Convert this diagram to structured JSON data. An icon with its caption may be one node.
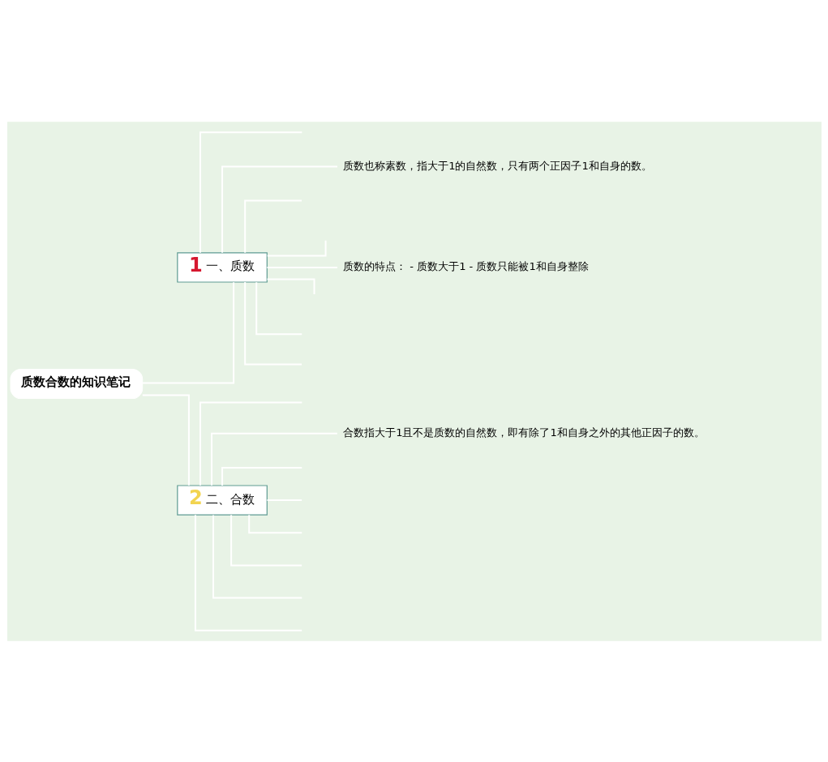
{
  "diagram": {
    "nodes": [
      {
        "text": [
          "质数合数的知识笔记"
        ]
      },
      {
        "text": [
          "1",
          "一、质数"
        ]
      },
      {
        "text": [
          "质数也称素数，指大于1的自然数，只有两个正因子1和自身的数。"
        ]
      },
      {
        "text": [
          "质数的特点： - 质数大于1 - 质数只能被1和自身整除"
        ]
      },
      {
        "text": [
          "2",
          "二、合数"
        ]
      },
      {
        "text": [
          "合数指大于1且不是质数的自然数，即有除了1和自身之外的其他正因子的数。"
        ]
      }
    ],
    "edges": [
      {
        "from": 0,
        "to": 1,
        "arrow": "none"
      },
      {
        "from": 1,
        "to": null,
        "arrow": "none"
      },
      {
        "from": 1,
        "to": 2,
        "arrow": "none"
      },
      {
        "from": 1,
        "to": null,
        "arrow": "none"
      },
      {
        "from": 1,
        "to": null,
        "arrow": "none"
      },
      {
        "from": 1,
        "to": 3,
        "arrow": "none"
      },
      {
        "from": 1,
        "to": null,
        "arrow": "none"
      },
      {
        "from": 1,
        "to": null,
        "arrow": "none"
      },
      {
        "from": 1,
        "to": null,
        "arrow": "none"
      },
      {
        "from": 0,
        "to": 4,
        "arrow": "none"
      },
      {
        "from": 4,
        "to": null,
        "arrow": "none"
      },
      {
        "from": 4,
        "to": 5,
        "arrow": "none"
      },
      {
        "from": 4,
        "to": null,
        "arrow": "none"
      },
      {
        "from": 4,
        "to": null,
        "arrow": "none"
      },
      {
        "from": 4,
        "to": null,
        "arrow": "none"
      },
      {
        "from": 4,
        "to": null,
        "arrow": "none"
      },
      {
        "from": 4,
        "to": null,
        "arrow": "none"
      },
      {
        "from": 4,
        "to": null,
        "arrow": "none"
      }
    ]
  }
}
